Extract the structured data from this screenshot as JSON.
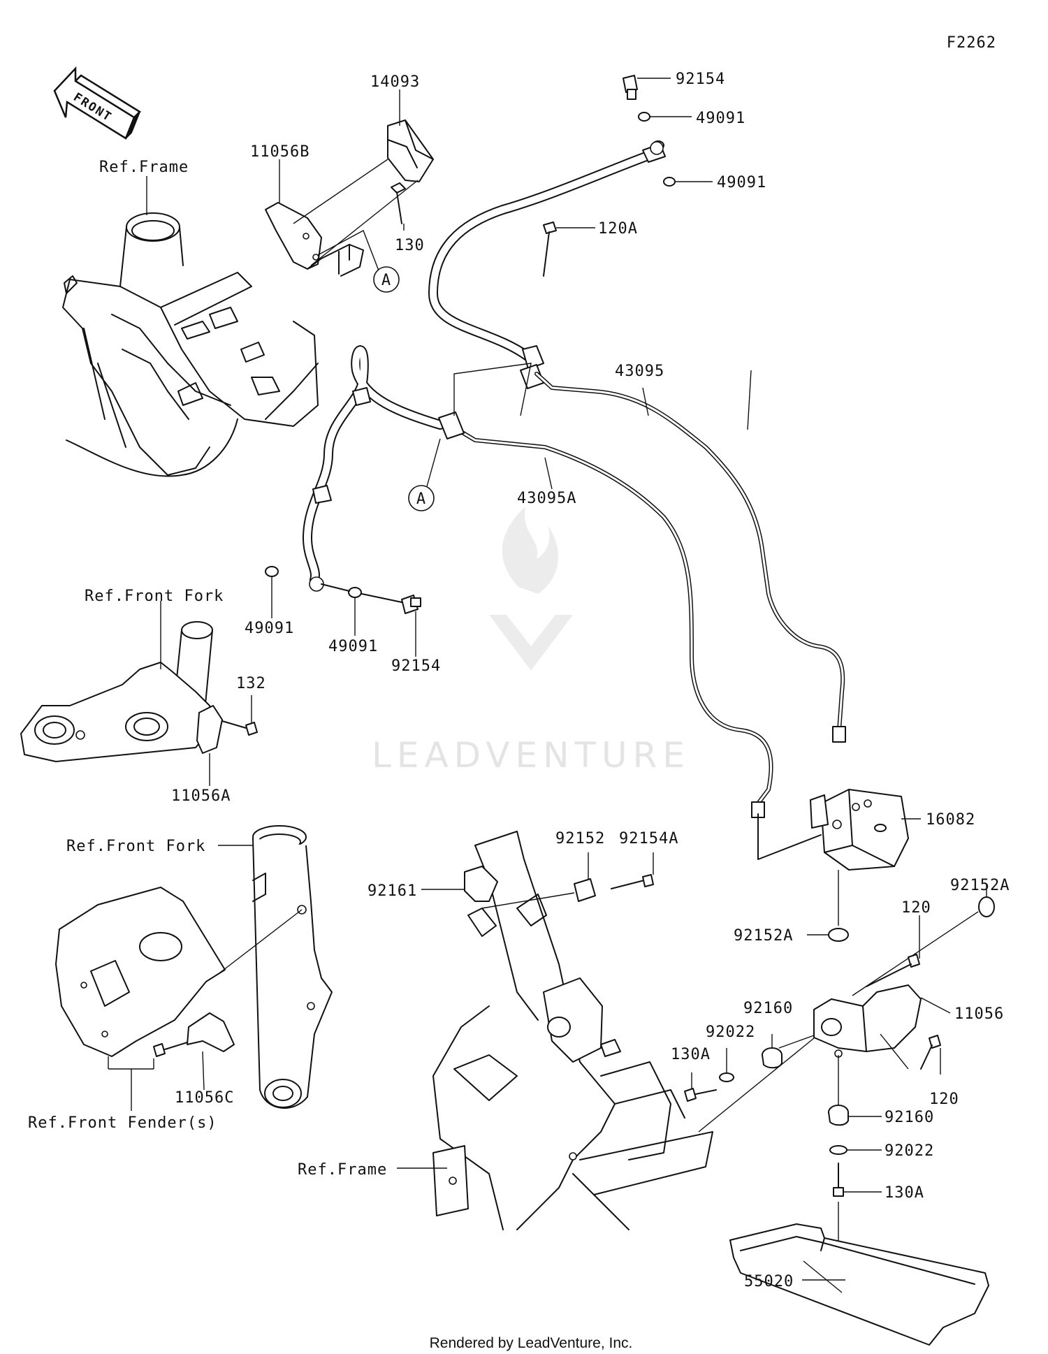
{
  "diagram_code": "F2262",
  "front_arrow_text": "FRONT",
  "watermark": "LEADVENTURE",
  "footer": "Rendered by LeadVenture, Inc.",
  "callout_marker": "A",
  "labels": {
    "p14093": "14093",
    "p11056B": "11056B",
    "p130": "130",
    "ref_frame_top": "Ref.Frame",
    "p92154_top": "92154",
    "p49091_a": "49091",
    "p49091_b": "49091",
    "p120A": "120A",
    "p43095": "43095",
    "p43095A": "43095A",
    "ref_front_fork_1": "Ref.Front Fork",
    "p49091_c": "49091",
    "p49091_d": "49091",
    "p92154_mid": "92154",
    "p132": "132",
    "p11056A": "11056A",
    "p16082": "16082",
    "ref_front_fork_2": "Ref.Front Fork",
    "p92152": "92152",
    "p92154A": "92154A",
    "p92152A_r": "92152A",
    "p120_top": "120",
    "p92152A_l": "92152A",
    "p92161": "92161",
    "p11056": "11056",
    "p92160_a": "92160",
    "p92022_a": "92022",
    "p130A_a": "130A",
    "p120_bot": "120",
    "p11056C": "11056C",
    "ref_front_fender": "Ref.Front Fender(s)",
    "p92160_b": "92160",
    "p92022_b": "92022",
    "ref_frame_bottom": "Ref.Frame",
    "p130A_b": "130A",
    "p55020": "55020"
  }
}
